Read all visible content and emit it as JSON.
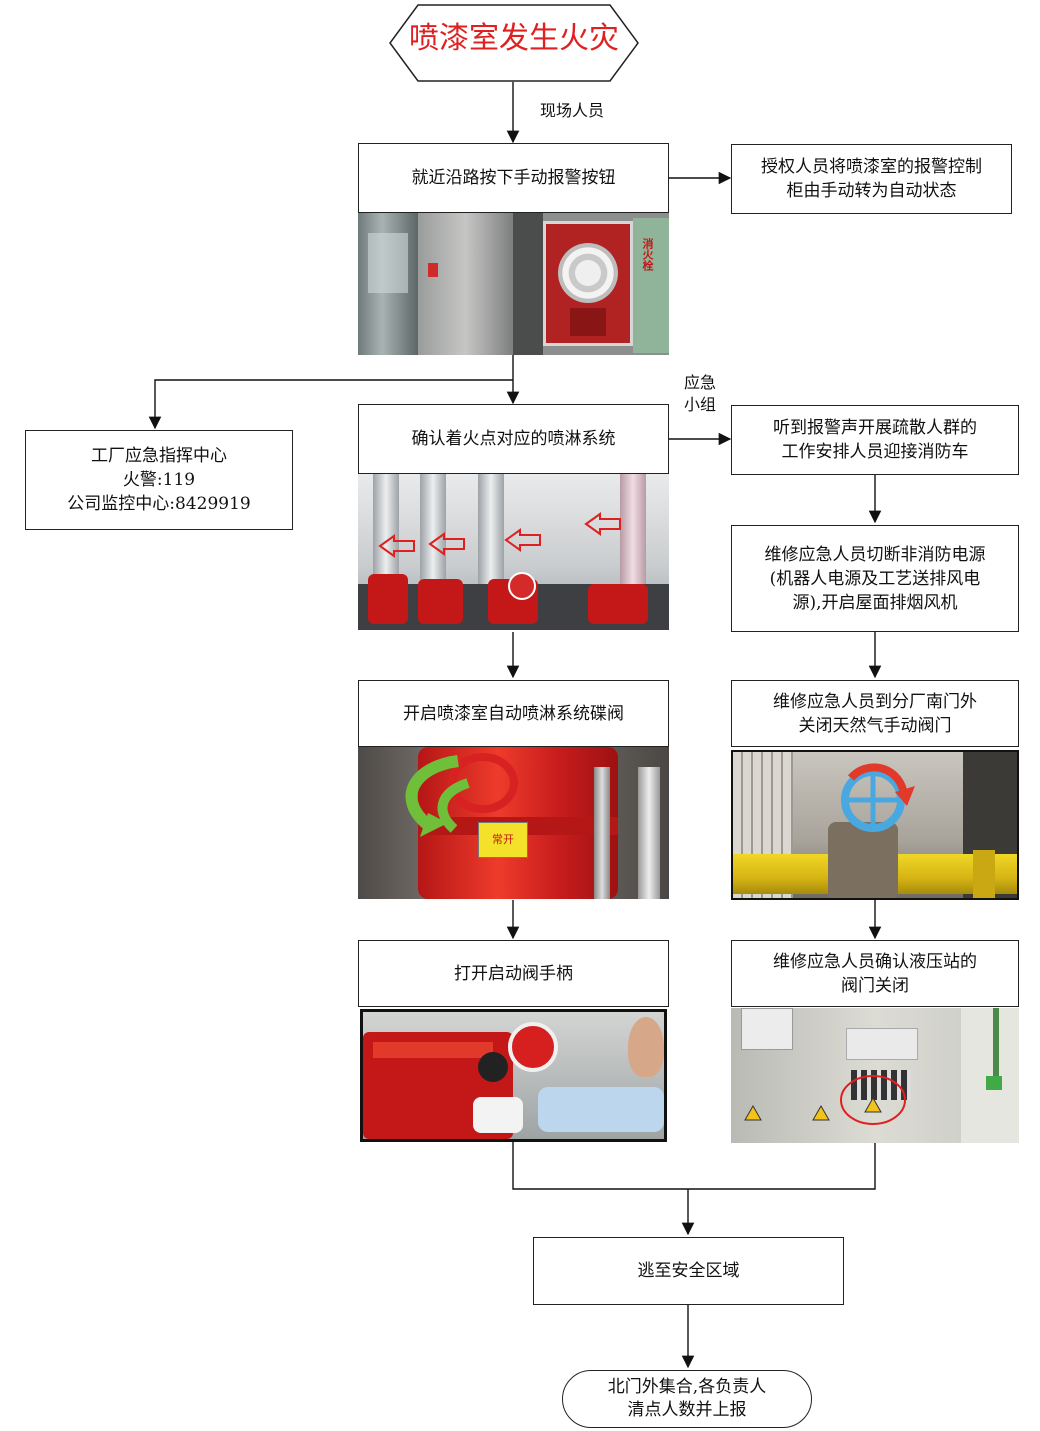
{
  "start": {
    "text": "喷漆室发生火灾",
    "color": "#e02020"
  },
  "labels": {
    "onsite_staff": "现场人员",
    "emergency_team_1": "应急",
    "emergency_team_2": "小组"
  },
  "center": {
    "press_alarm": "就近沿路按下手动报警按钮",
    "confirm_sprinkler": "确认着火点对应的喷淋系统",
    "open_butterfly_valve": "开启喷漆室自动喷淋系统碟阀",
    "open_handle": "打开启动阀手柄"
  },
  "right": {
    "auth_switch_1": "授权人员将喷漆室的报警控制",
    "auth_switch_2": "柜由手动转为自动状态",
    "evacuate_1": "听到报警声开展疏散人群的",
    "evacuate_2": "工作安排人员迎接消防车",
    "cut_power_1": "维修应急人员切断非消防电源",
    "cut_power_2": "(机器人电源及工艺送排风电",
    "cut_power_3": "源),开启屋面排烟风机",
    "gas_valve_1": "维修应急人员到分厂南门外",
    "gas_valve_2": "关闭天然气手动阀门",
    "hydraulic_1": "维修应急人员确认液压站的",
    "hydraulic_2": "阀门关闭"
  },
  "left": {
    "command_center": "工厂应急指挥中心",
    "fire_alarm": "火警:119",
    "monitor_center": "公司监控中心:8429919"
  },
  "bottom": {
    "escape": "逃至安全区域",
    "assemble_1": "北门外集合,各负责人",
    "assemble_2": "清点人数并上报"
  },
  "photo_text": {
    "hydrant_sign": "消火栓",
    "valve_tag": "常开"
  },
  "colors": {
    "hydrant_red": "#c41818",
    "arrow_green": "#6fbf3a",
    "arrow_red": "#e23a2a",
    "wheel_blue": "#4aa8e0",
    "pipe_yellow": "#e8c81a"
  }
}
